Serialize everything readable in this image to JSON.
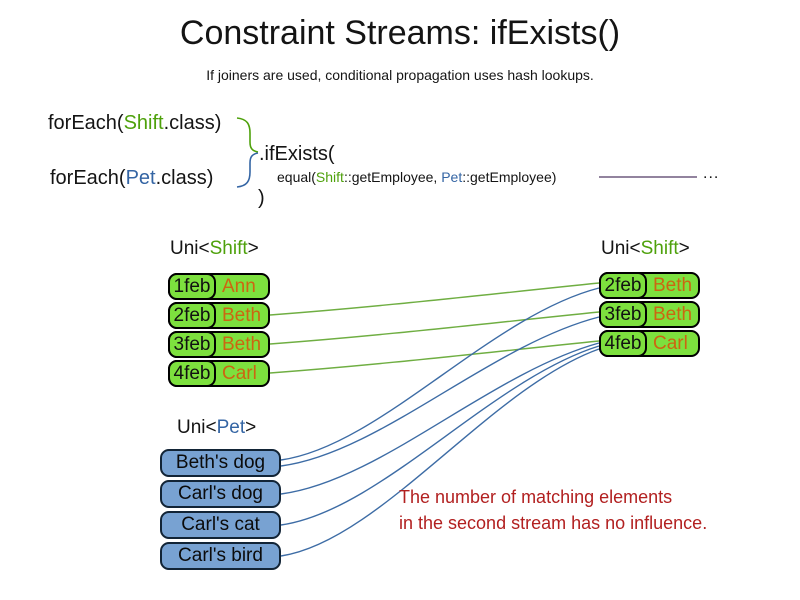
{
  "title": "Constraint Streams: ifExists()",
  "subtitle": "If joiners are used, conditional propagation uses hash lookups.",
  "code": {
    "foreach_shift": {
      "prefix": "forEach(",
      "class_name": "Shift",
      "suffix": ".class)"
    },
    "foreach_pet": {
      "prefix": "forEach(",
      "class_name": "Pet",
      "suffix": ".class)"
    },
    "if_exists": ".ifExists(",
    "equal": {
      "prefix": "equal(",
      "left_class": "Shift",
      "left_suffix": "::getEmployee, ",
      "right_class": "Pet",
      "right_suffix": "::getEmployee)"
    },
    "close_paren": ")",
    "ellipsis": "..."
  },
  "left_shift_table": {
    "label": {
      "prefix": "Uni<",
      "type": "Shift",
      "suffix": ">"
    },
    "rows": [
      {
        "date": "1feb",
        "name": "Ann"
      },
      {
        "date": "2feb",
        "name": "Beth"
      },
      {
        "date": "3feb",
        "name": "Beth"
      },
      {
        "date": "4feb",
        "name": "Carl"
      }
    ]
  },
  "right_shift_table": {
    "label": {
      "prefix": "Uni<",
      "type": "Shift",
      "suffix": ">"
    },
    "rows": [
      {
        "date": "2feb",
        "name": "Beth"
      },
      {
        "date": "3feb",
        "name": "Beth"
      },
      {
        "date": "4feb",
        "name": "Carl"
      }
    ]
  },
  "pet_table": {
    "label": {
      "prefix": "Uni<",
      "type": "Pet",
      "suffix": ">"
    },
    "rows": [
      {
        "name": "Beth's dog"
      },
      {
        "name": "Carl's dog"
      },
      {
        "name": "Carl's cat"
      },
      {
        "name": "Carl's bird"
      }
    ]
  },
  "note": {
    "line1": "The number of matching elements",
    "line2": "in the second stream has no influence."
  },
  "connections": {
    "shift_to_shift": [
      {
        "from": "2feb Beth",
        "to": "2feb Beth"
      },
      {
        "from": "3feb Beth",
        "to": "3feb Beth"
      },
      {
        "from": "4feb Carl",
        "to": "4feb Carl"
      }
    ],
    "pet_to_shift": [
      {
        "from": "Beth's dog",
        "to": "2feb Beth"
      },
      {
        "from": "Beth's dog",
        "to": "3feb Beth"
      },
      {
        "from": "Carl's dog",
        "to": "4feb Carl"
      },
      {
        "from": "Carl's cat",
        "to": "4feb Carl"
      },
      {
        "from": "Carl's bird",
        "to": "4feb Carl"
      }
    ]
  },
  "colors": {
    "shift_green_text": "#4ea10b",
    "pet_blue_text": "#3465a4",
    "shift_box_fill": "#7de03e",
    "employee_orange_text": "#cc6611",
    "pet_box_fill": "#78a2d2",
    "green_line": "#6fae42",
    "blue_line": "#3d6ca5",
    "joiner_line_purple": "#6e5a7e",
    "note_red": "#b22020"
  }
}
